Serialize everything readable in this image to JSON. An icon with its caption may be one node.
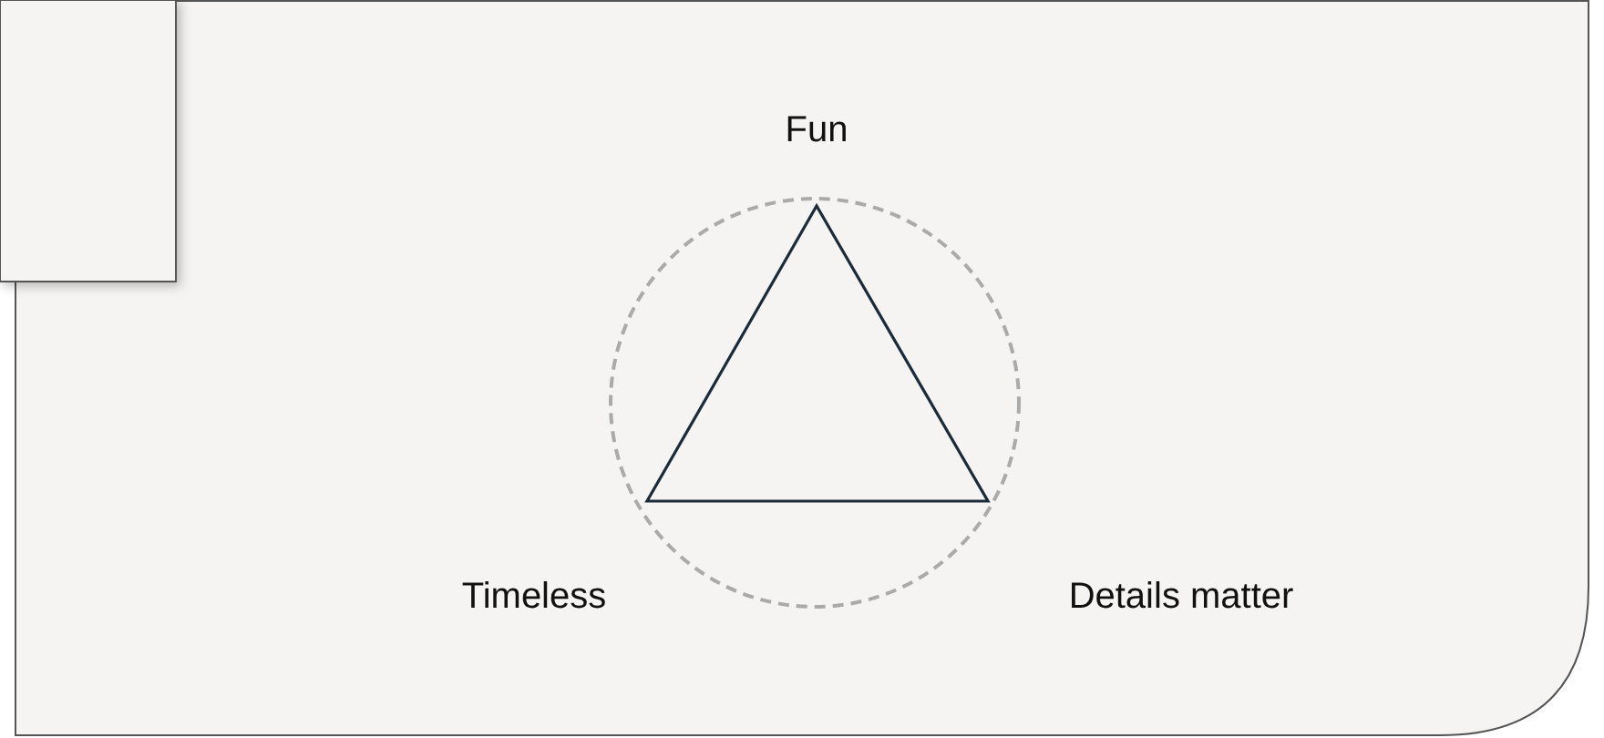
{
  "diagram": {
    "labels": [
      "Fun",
      "Timeless",
      "Details matter"
    ]
  }
}
